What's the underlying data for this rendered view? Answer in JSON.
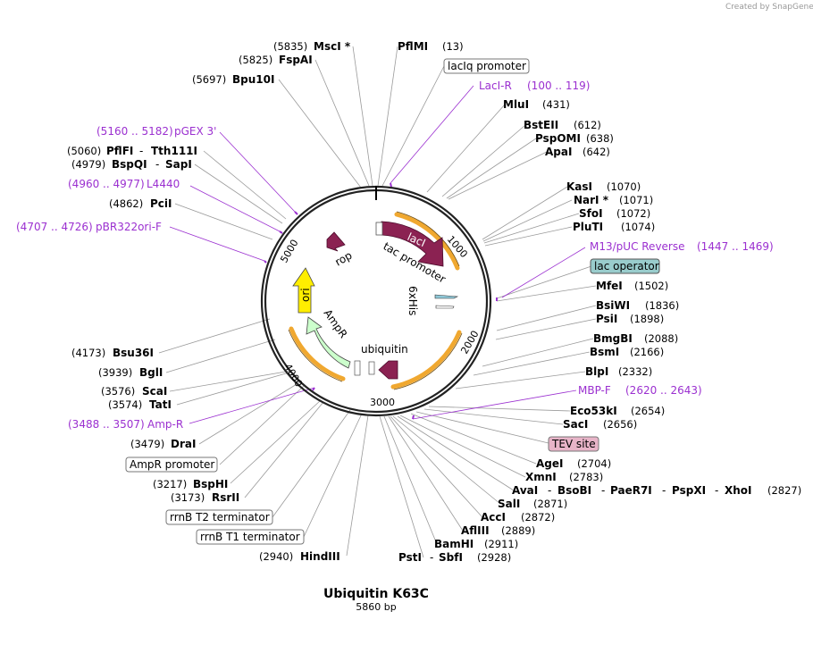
{
  "watermark": "Created by SnapGene",
  "plasmid": {
    "name": "Ubiquitin K63C",
    "length": "5860 bp"
  },
  "ticks": [
    "1000",
    "2000",
    "3000",
    "4000",
    "5000"
  ],
  "features": {
    "lacI": "lacI",
    "tac": "tac promoter",
    "his": "6xHis",
    "ubiquitin": "ubiquitin",
    "ampR": "AmpR",
    "ori": "ori",
    "rop": "rop"
  },
  "sites": {
    "mscI": {
      "name": "MscI *",
      "pos": "(5835)"
    },
    "fspAI": {
      "name": "FspAI",
      "pos": "(5825)"
    },
    "bpu10I": {
      "name": "Bpu10I",
      "pos": "(5697)"
    },
    "pflFI": {
      "name": "PflFI",
      "pos": "(5060)"
    },
    "tth111I": {
      "name": "Tth111I"
    },
    "bspQI": {
      "name": "BspQI",
      "pos": "(4979)"
    },
    "sapI": {
      "name": "SapI"
    },
    "pciI": {
      "name": "PciI",
      "pos": "(4862)"
    },
    "bsu36I": {
      "name": "Bsu36I",
      "pos": "(4173)"
    },
    "bglI": {
      "name": "BglI",
      "pos": "(3939)"
    },
    "scaI": {
      "name": "ScaI",
      "pos": "(3576)"
    },
    "tatI": {
      "name": "TatI",
      "pos": "(3574)"
    },
    "draI": {
      "name": "DraI",
      "pos": "(3479)"
    },
    "bspHI": {
      "name": "BspHI",
      "pos": "(3217)"
    },
    "rsrII": {
      "name": "RsrII",
      "pos": "(3173)"
    },
    "hindIII": {
      "name": "HindIII",
      "pos": "(2940)"
    },
    "pflMI": {
      "name": "PflMI",
      "pos": "(13)"
    },
    "mluI": {
      "name": "MluI",
      "pos": "(431)"
    },
    "bstEII": {
      "name": "BstEII",
      "pos": "(612)"
    },
    "pspOMI": {
      "name": "PspOMI",
      "pos": "(638)"
    },
    "apaI": {
      "name": "ApaI",
      "pos": "(642)"
    },
    "kasI": {
      "name": "KasI",
      "pos": "(1070)"
    },
    "narI": {
      "name": "NarI *",
      "pos": "(1071)"
    },
    "sfoI": {
      "name": "SfoI",
      "pos": "(1072)"
    },
    "pluTI": {
      "name": "PluTI",
      "pos": "(1074)"
    },
    "mfeI": {
      "name": "MfeI",
      "pos": "(1502)"
    },
    "bsiWI": {
      "name": "BsiWI",
      "pos": "(1836)"
    },
    "psiI": {
      "name": "PsiI",
      "pos": "(1898)"
    },
    "bmgBI": {
      "name": "BmgBI",
      "pos": "(2088)"
    },
    "bsmI": {
      "name": "BsmI",
      "pos": "(2166)"
    },
    "blpI": {
      "name": "BlpI",
      "pos": "(2332)"
    },
    "eco53kI": {
      "name": "Eco53kI",
      "pos": "(2654)"
    },
    "sacI": {
      "name": "SacI",
      "pos": "(2656)"
    },
    "ageI": {
      "name": "AgeI",
      "pos": "(2704)"
    },
    "xmnI": {
      "name": "XmnI",
      "pos": "(2783)"
    },
    "avaI": {
      "name": "AvaI"
    },
    "bsoBI": {
      "name": "BsoBI"
    },
    "paeR7I": {
      "name": "PaeR7I"
    },
    "pspXI": {
      "name": "PspXI"
    },
    "xhoI": {
      "name": "XhoI",
      "pos": "(2827)"
    },
    "salI": {
      "name": "SalI",
      "pos": "(2871)"
    },
    "accI": {
      "name": "AccI",
      "pos": "(2872)"
    },
    "aflIII": {
      "name": "AflIII",
      "pos": "(2889)"
    },
    "bamHI": {
      "name": "BamHI",
      "pos": "(2911)"
    },
    "pstI": {
      "name": "PstI"
    },
    "sbfI": {
      "name": "SbfI",
      "pos": "(2928)"
    }
  },
  "primers": {
    "pGEX3": {
      "name": "pGEX 3'",
      "pos": "(5160 .. 5182)"
    },
    "l4440": {
      "name": "L4440",
      "pos": "(4960 .. 4977)"
    },
    "pBR322ori": {
      "name": "pBR322ori-F",
      "pos": "(4707 .. 4726)"
    },
    "ampR": {
      "name": "Amp-R",
      "pos": "(3488 .. 3507)"
    },
    "lacIR": {
      "name": "LacI-R",
      "pos": "(100 .. 119)"
    },
    "m13": {
      "name": "M13/pUC Reverse",
      "pos": "(1447 .. 1469)"
    },
    "mbpF": {
      "name": "MBP-F",
      "pos": "(2620 .. 2643)"
    }
  },
  "boxed": {
    "lacIq": "lacIq promoter",
    "ampRprom": "AmpR promoter",
    "rrnBT2": "rrnB T2 terminator",
    "rrnBT1": "rrnB T1 terminator",
    "lacOp": "lac operator",
    "tev": "TEV site"
  },
  "colors": {
    "lacI": "#8b2252",
    "ubiquitin": "#8b2252",
    "ori": "#ffee00",
    "ampR": "#ccffcc",
    "rop": "#8b2252",
    "orfArc": "#f0a830",
    "primer": "#9b30d0",
    "lacOpBox": "#99cccc",
    "tevBox": "#e8b4c8"
  }
}
